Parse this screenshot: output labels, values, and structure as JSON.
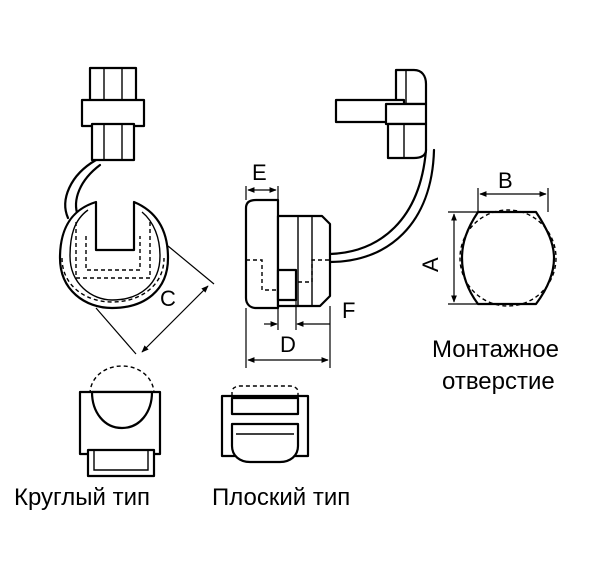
{
  "dimension_labels": {
    "a": "A",
    "b": "B",
    "c": "C",
    "d": "D",
    "e": "E",
    "f": "F"
  },
  "captions": {
    "mounting_hole_line1": "Монтажное",
    "mounting_hole_line2": "отверстие",
    "round_type": "Круглый тип",
    "flat_type": "Плоский тип"
  }
}
